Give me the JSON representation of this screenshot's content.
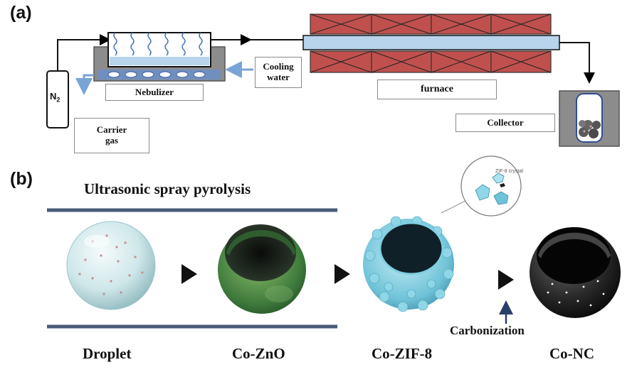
{
  "panel_a": {
    "label": "(a)",
    "n2_label": "N",
    "n2_sub": "2",
    "nebulizer": "Nebulizer",
    "carrier_gas_line1": "Carrier",
    "carrier_gas_line2": "gas",
    "cooling_water_line1": "Cooling",
    "cooling_water_line2": "water",
    "furnace": "furnace",
    "collector": "Collector"
  },
  "panel_b": {
    "label": "(b)",
    "title": "Ultrasonic spray pyrolysis",
    "inset_label": "ZIF-8 crystal",
    "carbonization": "Carbonization",
    "stages": [
      "Droplet",
      "Co-ZnO",
      "Co-ZIF-8",
      "Co-NC"
    ]
  },
  "colors": {
    "furnace_brick": "#c0504d",
    "tube_blue": "#b8d3ec",
    "arrow_blue": "#7aa3d6",
    "rail": "#4a5a78"
  }
}
